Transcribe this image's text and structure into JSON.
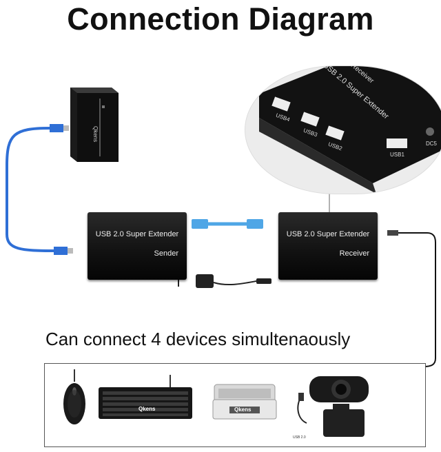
{
  "title": "Connection Diagram",
  "caption": "Can connect 4 devices simultenaously",
  "sender": {
    "line1": "USB 2.0 Super Extender",
    "line2": "Sender"
  },
  "receiver": {
    "line1": "USB 2.0 Super Extender",
    "line2": "Receiver"
  },
  "pc_brand": "Qkens",
  "zoom": {
    "model_text": "USB 2.0 Super Extender",
    "model_sub": "Receiver",
    "ports": [
      "USB4",
      "USB3",
      "USB2",
      "USB1"
    ],
    "dc_label": "DC5"
  },
  "devices": {
    "keyboard_brand": "Qkens",
    "printer_brand": "Qkens",
    "webcam_cable_label": "USB 2.0"
  },
  "colors": {
    "blue_cable": "#2f6fd6",
    "black_device": "#141414",
    "ethernet_cable": "#4fa6e6"
  }
}
